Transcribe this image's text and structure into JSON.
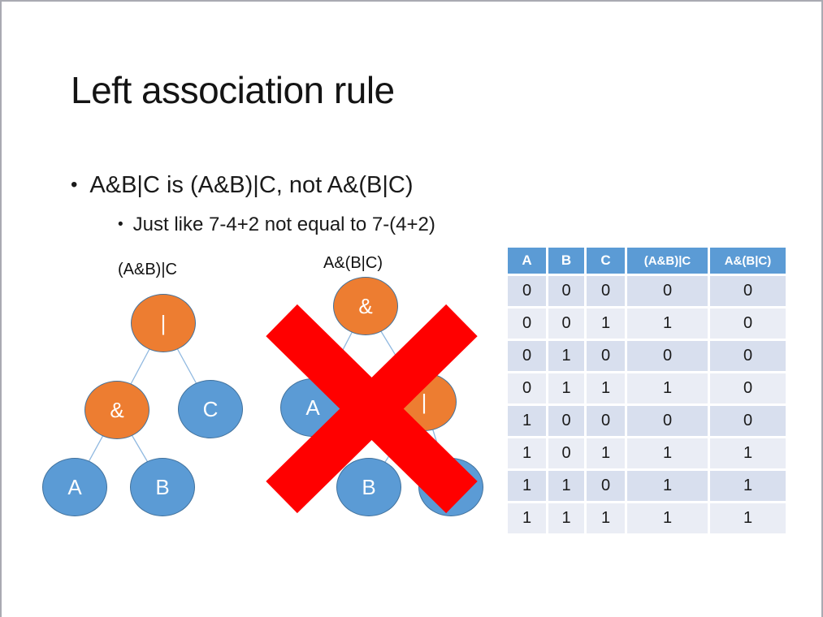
{
  "slide": {
    "title": "Left association rule",
    "bullet_char": "•",
    "bullet": "A&B|C is (A&B)|C, not A&(B|C)",
    "sub_bullet": "Just like 7-4+2 not equal to 7-(4+2)"
  },
  "tree_left": {
    "label": "(A&B)|C",
    "root": "|",
    "left_child": "&",
    "right_child": "C",
    "grand_left": "A",
    "grand_right": "B"
  },
  "tree_right": {
    "label": "A&(B|C)",
    "root": "&",
    "left_child": "A",
    "right_child": "|",
    "grand_left": "B",
    "grand_right": "C"
  },
  "table": {
    "headers": [
      "A",
      "B",
      "C",
      "(A&B)|C",
      "A&(B|C)"
    ],
    "rows": [
      [
        "0",
        "0",
        "0",
        "0",
        "0"
      ],
      [
        "0",
        "0",
        "1",
        "1",
        "0"
      ],
      [
        "0",
        "1",
        "0",
        "0",
        "0"
      ],
      [
        "0",
        "1",
        "1",
        "1",
        "0"
      ],
      [
        "1",
        "0",
        "0",
        "0",
        "0"
      ],
      [
        "1",
        "0",
        "1",
        "1",
        "1"
      ],
      [
        "1",
        "1",
        "0",
        "1",
        "1"
      ],
      [
        "1",
        "1",
        "1",
        "1",
        "1"
      ]
    ]
  },
  "colors": {
    "accent_orange": "#ed7d31",
    "accent_blue": "#5b9bd5",
    "node_border": "#41719c",
    "edge_blue": "#8fb8e0",
    "header_blue": "#5b9bd5",
    "band_dark": "#d8dfee",
    "band_light": "#eaedf5",
    "x_red": "#ff0000"
  }
}
